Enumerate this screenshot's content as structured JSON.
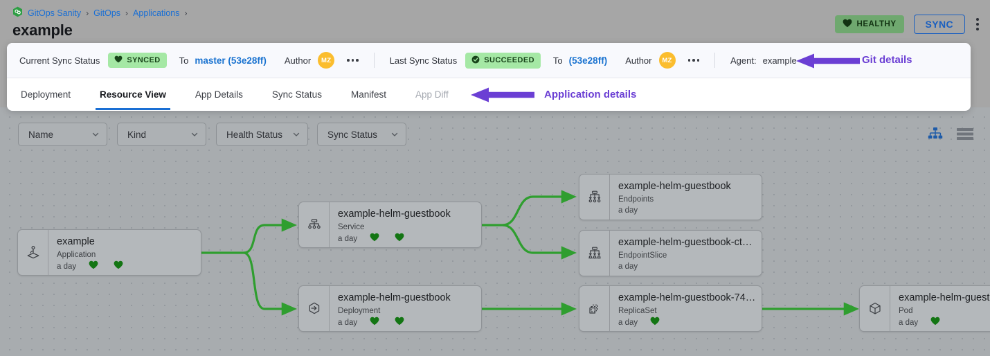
{
  "breadcrumb": {
    "logo_icon": "gitops-hex-logo-icon",
    "items": [
      {
        "label": "GitOps Sanity"
      },
      {
        "label": "GitOps"
      },
      {
        "label": "Applications"
      }
    ],
    "separator": "›"
  },
  "header": {
    "title": "example",
    "health_badge": {
      "label": "HEALTHY",
      "icon": "heart-icon",
      "bg": "#6fa86f",
      "fg": "#123212"
    },
    "sync_button": {
      "label": "SYNC",
      "color": "#1a5fc0"
    },
    "kebab_menu": "more-options-icon"
  },
  "sync_bar": {
    "current_sync_status_label": "Current Sync Status",
    "current_sync_badge": {
      "label": "SYNCED",
      "icon": "heart-icon",
      "bg": "#a5e8a5",
      "fg": "#18441a"
    },
    "to_label_1": "To",
    "revision_1": "master (53e28ff)",
    "author_label_1": "Author",
    "author_initials_1": "MZ",
    "author_avatar_color": "#fbbd2e",
    "more_1": "more-options-icon",
    "last_sync_status_label": "Last Sync Status",
    "last_sync_badge": {
      "label": "SUCCEEDED",
      "icon": "check-circle-icon",
      "bg": "#a5e8a5",
      "fg": "#18441a"
    },
    "to_label_2": "To",
    "revision_2": "(53e28ff)",
    "author_label_2": "Author",
    "author_initials_2": "MZ",
    "more_2": "more-options-icon",
    "agent_label": "Agent:",
    "agent_value": "example"
  },
  "tabs": [
    {
      "label": "Deployment",
      "active": false,
      "disabled": false
    },
    {
      "label": "Resource View",
      "active": true,
      "disabled": false
    },
    {
      "label": "App Details",
      "active": false,
      "disabled": false
    },
    {
      "label": "Sync Status",
      "active": false,
      "disabled": false
    },
    {
      "label": "Manifest",
      "active": false,
      "disabled": false
    },
    {
      "label": "App Diff",
      "active": false,
      "disabled": true
    }
  ],
  "annotations": {
    "color": "#6b3fd4",
    "items": [
      {
        "label": "Git details",
        "arrow": "left-arrow-icon"
      },
      {
        "label": "Application details",
        "arrow": "left-arrow-icon"
      }
    ]
  },
  "filters": [
    {
      "label": "Name",
      "icon": "chevron-down-icon"
    },
    {
      "label": "Kind",
      "icon": "chevron-down-icon"
    },
    {
      "label": "Health Status",
      "icon": "chevron-down-icon"
    },
    {
      "label": "Sync Status",
      "icon": "chevron-down-icon"
    }
  ],
  "view_toggles": [
    {
      "name": "tree-view-icon",
      "active": true,
      "color": "#1e5ba8"
    },
    {
      "name": "list-view-icon",
      "active": false,
      "color": "#70757c"
    }
  ],
  "graph": {
    "edge_color": "#2f9e2f",
    "nodes": [
      {
        "id": "app",
        "title": "example",
        "kind": "Application",
        "age": "a day",
        "icon": "application-icon",
        "hearts": 2
      },
      {
        "id": "service",
        "title": "example-helm-guestbook",
        "kind": "Service",
        "age": "a day",
        "icon": "service-icon",
        "hearts": 2
      },
      {
        "id": "deployment",
        "title": "example-helm-guestbook",
        "kind": "Deployment",
        "age": "a day",
        "icon": "deployment-icon",
        "hearts": 2
      },
      {
        "id": "endpoints",
        "title": "example-helm-guestbook",
        "kind": "Endpoints",
        "age": "a day",
        "icon": "endpoints-icon",
        "hearts": 0
      },
      {
        "id": "endpointslice",
        "title": "example-helm-guestbook-ct…",
        "kind": "EndpointSlice",
        "age": "a day",
        "icon": "endpointslice-icon",
        "hearts": 0
      },
      {
        "id": "replicaset",
        "title": "example-helm-guestbook-74…",
        "kind": "ReplicaSet",
        "age": "a day",
        "icon": "replicaset-icon",
        "hearts": 1
      },
      {
        "id": "pod",
        "title": "example-helm-guest",
        "kind": "Pod",
        "age": "a day",
        "icon": "pod-icon",
        "hearts": 1
      }
    ]
  }
}
